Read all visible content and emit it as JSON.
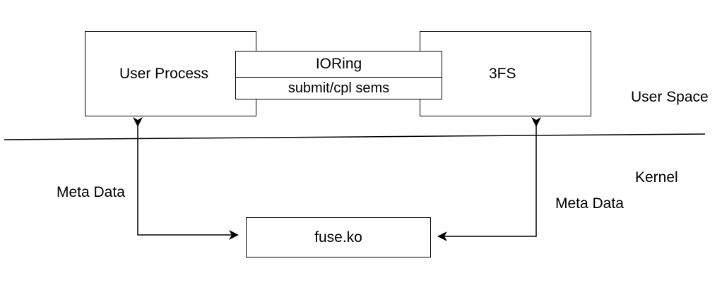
{
  "nodes": {
    "user_process": "User Process",
    "fs3": "3FS",
    "ioring": "IORing",
    "sems": "submit/cpl sems",
    "fuse": "fuse.ko"
  },
  "regions": {
    "user_space": "User Space",
    "kernel": "Kernel"
  },
  "edges": {
    "left_label": "Meta Data",
    "right_label": "Meta Data"
  },
  "colors": {
    "stroke": "#000000",
    "background": "#ffffff"
  }
}
